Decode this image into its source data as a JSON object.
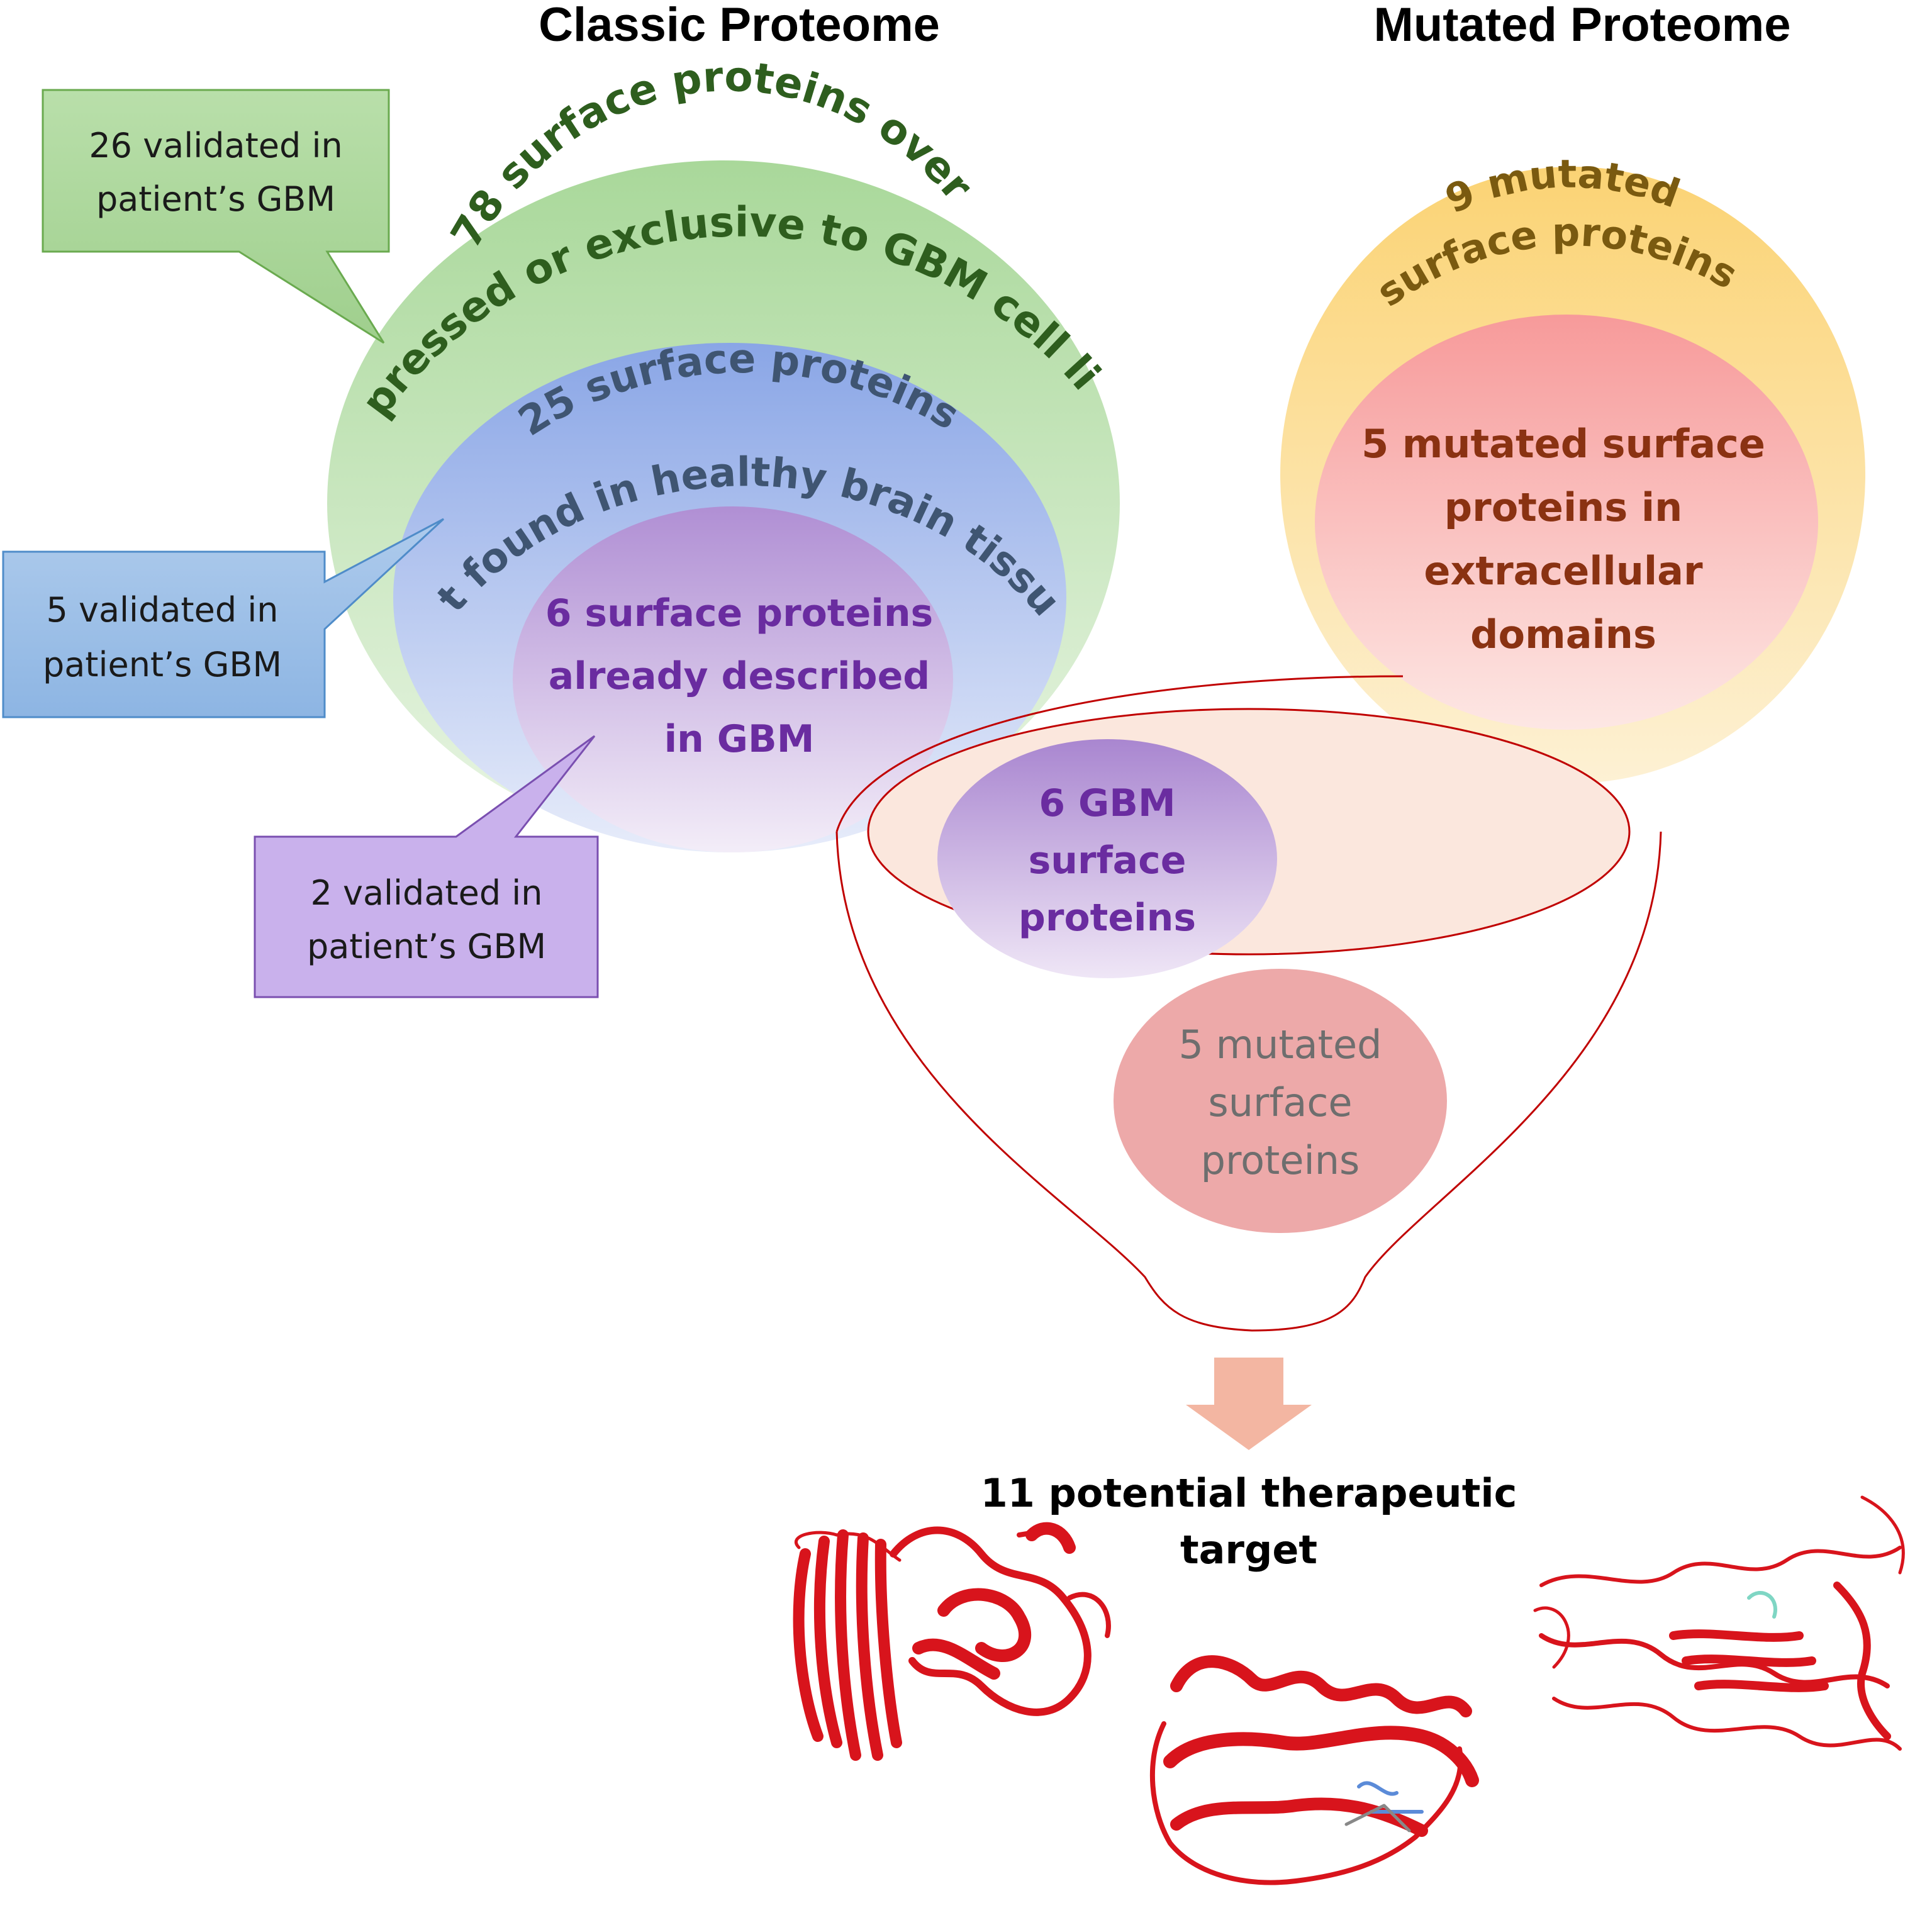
{
  "titles": {
    "classic": "Classic Proteome",
    "mutated": "Mutated Proteome"
  },
  "classic": {
    "green_circle": {
      "line1": "78 surface proteins over",
      "line2": "expressed or exclusive to GBM cell line"
    },
    "blue_circle": {
      "line1": "25 surface proteins",
      "line2": "not found in healthy brain tissues"
    },
    "purple_circle": {
      "line1": "6 surface proteins",
      "line2": "already described",
      "line3": "in GBM"
    },
    "callout_green": {
      "line1": "26 validated in",
      "line2": "patient’s GBM"
    },
    "callout_blue": {
      "line1": "5 validated in",
      "line2": "patient’s GBM"
    },
    "callout_purple": {
      "line1": "2 validated in",
      "line2": "patient’s GBM"
    }
  },
  "mutated": {
    "yellow_circle": {
      "line1": "9 mutated",
      "line2": "surface proteins"
    },
    "red_circle": {
      "line1": "5 mutated surface",
      "line2": "proteins in",
      "line3": "extracellular",
      "line4": "domains"
    }
  },
  "funnel": {
    "purple_oval": {
      "line1": "6 GBM",
      "line2": "surface",
      "line3": "proteins"
    },
    "pink_oval": {
      "line1": "5 mutated",
      "line2": "surface",
      "line3": "proteins"
    }
  },
  "result": {
    "line1": "11 potential therapeutic",
    "line2": "target"
  },
  "colors": {
    "green": "#a9d89a",
    "blue": "#8aa6e6",
    "purple": "#a98cd4",
    "yellow": "#fbd77a",
    "red": "#f7a0a0",
    "funnel_line": "#c00000",
    "arrow": "#f3b6a2",
    "protein": "#d8141c"
  },
  "icons": [
    "protein-structure-icon",
    "arrow-down-icon"
  ]
}
